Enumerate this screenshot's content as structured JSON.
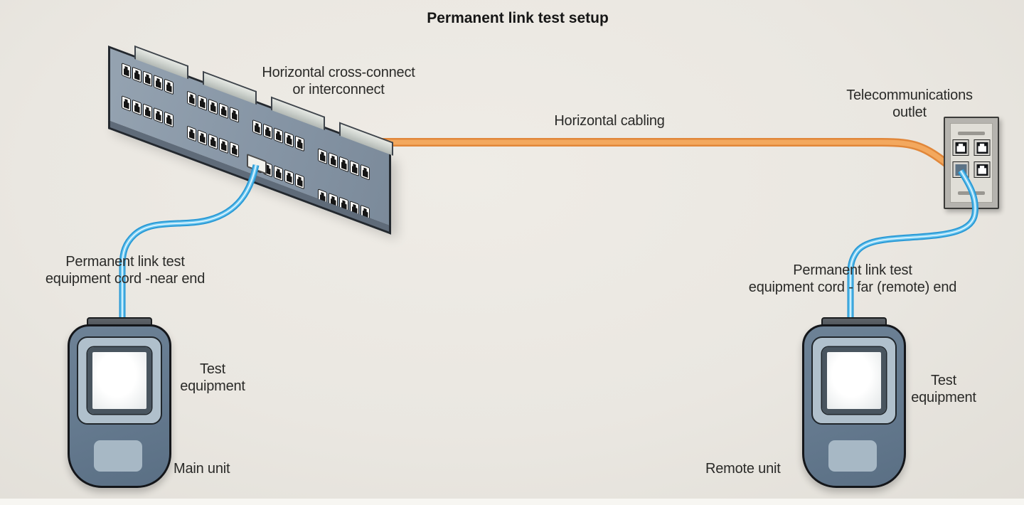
{
  "title": "Permanent link test setup",
  "patch_panel": {
    "label_line1": "Horizontal cross-connect",
    "label_line2": "or interconnect",
    "rows": 2,
    "groups_per_row": 4,
    "ports_per_group": 5,
    "bracket_count": 4,
    "face_color": "#8695A5"
  },
  "horizontal_cabling": {
    "label": "Horizontal cabling",
    "cable_color": "#E1873A"
  },
  "outlet": {
    "label_line1": "Telecommunications",
    "label_line2": "outlet",
    "jack_count": 4,
    "plate_color": "#B5B3AE"
  },
  "near_cord": {
    "label_line1": "Permanent link test",
    "label_line2": "equipment cord -near end",
    "cable_color": "#2A9AD6"
  },
  "far_cord": {
    "label_line1": "Permanent link test",
    "label_line2": "equipment cord - far (remote) end",
    "cable_color": "#2A9AD6"
  },
  "main_unit": {
    "equipment_label_line1": "Test",
    "equipment_label_line2": "equipment",
    "caption": "Main unit",
    "body_color": "#64798E"
  },
  "remote_unit": {
    "equipment_label_line1": "Test",
    "equipment_label_line2": "equipment",
    "caption": "Remote unit",
    "body_color": "#64798E"
  }
}
